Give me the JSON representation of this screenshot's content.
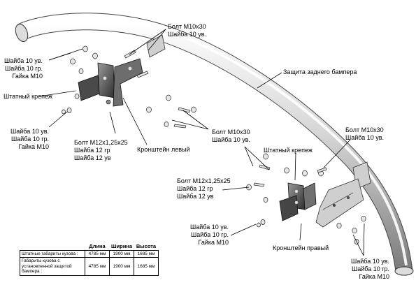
{
  "labels": {
    "bolt_m10x30_top": [
      "Болт M10x30",
      "Шайба 10 ув."
    ],
    "washers_left_top": [
      "Шайба 10 ув.",
      "Шайба 10 гр.",
      "Гайка М10"
    ],
    "shtatny_krepezh_left": "Штатный крепеж",
    "washers_left_mid": [
      "Шайба 10 ув.",
      "Шайба 10 гр.",
      "Гайка М10"
    ],
    "bolt_m12_left": [
      "Болт М12x1,25x25",
      "Шайба 12 гр",
      "Шайба 12 ув"
    ],
    "bracket_left": "Кронштейн левый",
    "bumper_guard": "Защита заднего бампера",
    "bolt_m10x30_mid": [
      "Болт M10x30",
      "Шайба 10 ув."
    ],
    "shtatny_krepezh_right": "Штатный крепеж",
    "bolt_m10x30_right": [
      "Болт M10x30",
      "Шайба 10 ув."
    ],
    "bolt_m12_right": [
      "Болт М12x1,25x25",
      "Шайба 12 гр",
      "Шайба 12 ув"
    ],
    "washers_right_mid": [
      "Шайба 10 ув.",
      "Шайба 10 гр.",
      "Гайка М10"
    ],
    "bracket_right": "Кронштейн правый",
    "washers_right_bottom": [
      "Шайба 10 ув.",
      "Шайба 10 гр.",
      "Гайка М10"
    ]
  },
  "spec_table": {
    "headers": [
      "Длина",
      "Ширина",
      "Высота"
    ],
    "rows": [
      {
        "name": "Штатные габариты кузова :",
        "values": [
          "4785 мм",
          "1900 мм",
          "1685 мм"
        ]
      },
      {
        "name": "Габариты кузова с установленной защитой бампера :",
        "values": [
          "4785 мм",
          "1900 мм",
          "1685 мм"
        ]
      }
    ]
  },
  "colors": {
    "metal_light": "#e8e8e8",
    "metal_mid": "#a6a6a6",
    "metal_dark": "#3a3a3a",
    "line": "#000000"
  }
}
